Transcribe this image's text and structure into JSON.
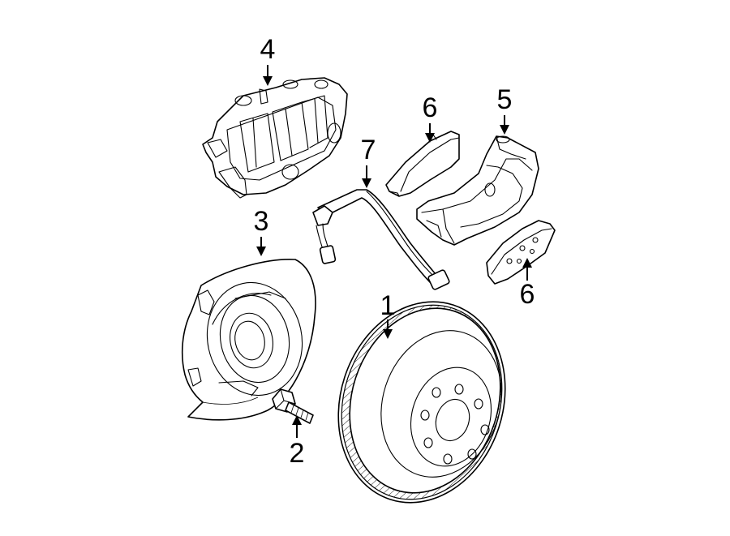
{
  "callouts": {
    "rotor": "1",
    "bolt": "2",
    "splash_shield": "3",
    "caliper": "4",
    "caliper_bracket": "5",
    "pad_upper": "6",
    "pad_lower": "6",
    "brake_hose": "7"
  }
}
